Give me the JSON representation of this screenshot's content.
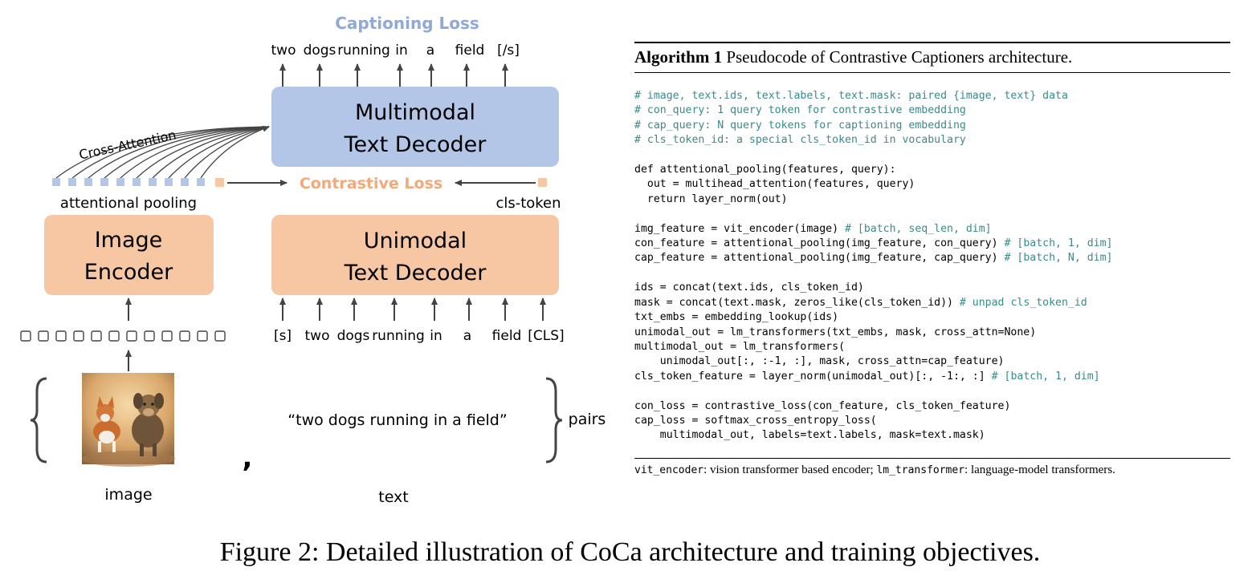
{
  "diagram": {
    "captioning_loss": "Captioning Loss",
    "output_tokens": [
      "two",
      "dogs",
      "running",
      "in",
      "a",
      "field",
      "[/s]"
    ],
    "multimodal_decoder": [
      "Multimodal",
      "Text Decoder"
    ],
    "cross_attention": "Cross-Attention",
    "contrastive_loss": "Contrastive Loss",
    "attentional_pooling": "attentional pooling",
    "cls_token": "cls-token",
    "image_encoder": [
      "Image",
      "Encoder"
    ],
    "unimodal_decoder": [
      "Unimodal",
      "Text Decoder"
    ],
    "input_tokens": [
      "[s]",
      "two",
      "dogs",
      "running",
      "in",
      "a",
      "field",
      "[CLS]"
    ],
    "pair_text": "“two dogs running in a field”",
    "pairs_label": "pairs",
    "image_label": "image",
    "text_label": "text",
    "colors": {
      "blue_box": "#b3c6e8",
      "blue_text": "#8fa9db",
      "orange_box": "#f7c7a4",
      "orange_text": "#f4a97a",
      "arrow": "#444444"
    }
  },
  "algorithm": {
    "label": "Algorithm 1",
    "title": "Pseudocode of Contrastive Captioners architecture.",
    "comments": [
      "# image, text.ids, text.labels, text.mask: paired {image, text} data",
      "# con_query: 1 query token for contrastive embedding",
      "# cap_query: N query tokens for captioning embedding",
      "# cls_token_id: a special cls_token_id in vocabulary"
    ],
    "block1": [
      "def attentional_pooling(features, query):",
      "  out = multihead_attention(features, query)",
      "  return layer_norm(out)"
    ],
    "img_line": "img_feature = vit_encoder(image) ",
    "img_cm": "# [batch, seq_len, dim]",
    "con_line": "con_feature = attentional_pooling(img_feature, con_query) ",
    "con_cm": "# [batch, 1, dim]",
    "cap_line": "cap_feature = attentional_pooling(img_feature, cap_query) ",
    "cap_cm": "# [batch, N, dim]",
    "ids_line": "ids = concat(text.ids, cls_token_id)",
    "mask_line": "mask = concat(text.mask, zeros_like(cls_token_id)) ",
    "mask_cm": "# unpad cls_token_id",
    "block3": [
      "txt_embs = embedding_lookup(ids)",
      "unimodal_out = lm_transformers(txt_embs, mask, cross_attn=None)",
      "multimodal_out = lm_transformers(",
      "    unimodal_out[:, :-1, :], mask, cross_attn=cap_feature)"
    ],
    "clsfeat_line": "cls_token_feature = layer_norm(unimodal_out)[:, -1:, :] ",
    "clsfeat_cm": "# [batch, 1, dim]",
    "block4": [
      "con_loss = contrastive_loss(con_feature, cls_token_feature)",
      "cap_loss = softmax_cross_entropy_loss(",
      "    multimodal_out, labels=text.labels, mask=text.mask)"
    ],
    "foot_code1": "vit_encoder",
    "foot_text1": ": vision transformer based encoder; ",
    "foot_code2": "lm_transformer",
    "foot_text2": ": language-model transformers."
  },
  "caption": "Figure 2: Detailed illustration of CoCa architecture and training objectives."
}
